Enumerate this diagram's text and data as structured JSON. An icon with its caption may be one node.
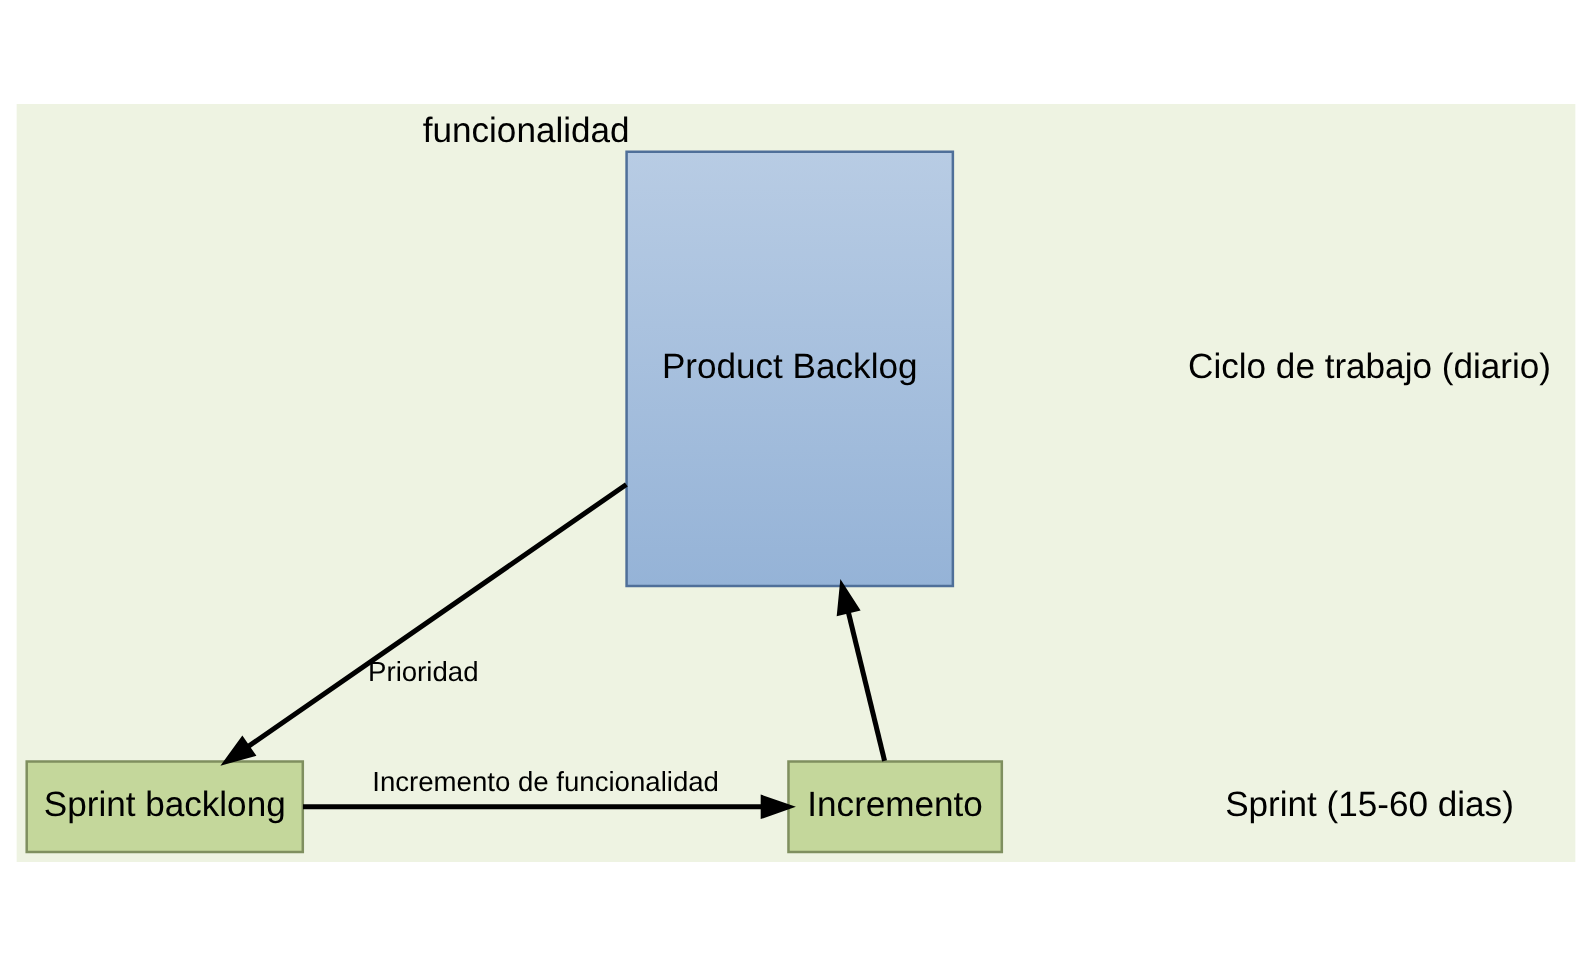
{
  "diagram": {
    "nodes": [
      {
        "text": [
          "Product Backlog"
        ],
        "beside": [
          "funcionalidad"
        ]
      },
      {
        "text": [
          "Sprint backlong"
        ]
      },
      {
        "text": [
          "Incremento"
        ]
      }
    ],
    "edges": [
      {
        "from": 0,
        "to": 1,
        "arrow": "to",
        "label": "Prioridad"
      },
      {
        "from": 1,
        "to": 2,
        "arrow": "to",
        "label": "Incremento de funcionalidad"
      },
      {
        "from": 2,
        "to": 0,
        "arrow": "to"
      }
    ],
    "labels": [
      "Ciclo de trabajo (diario)",
      "Sprint (15-60 dias)"
    ]
  }
}
